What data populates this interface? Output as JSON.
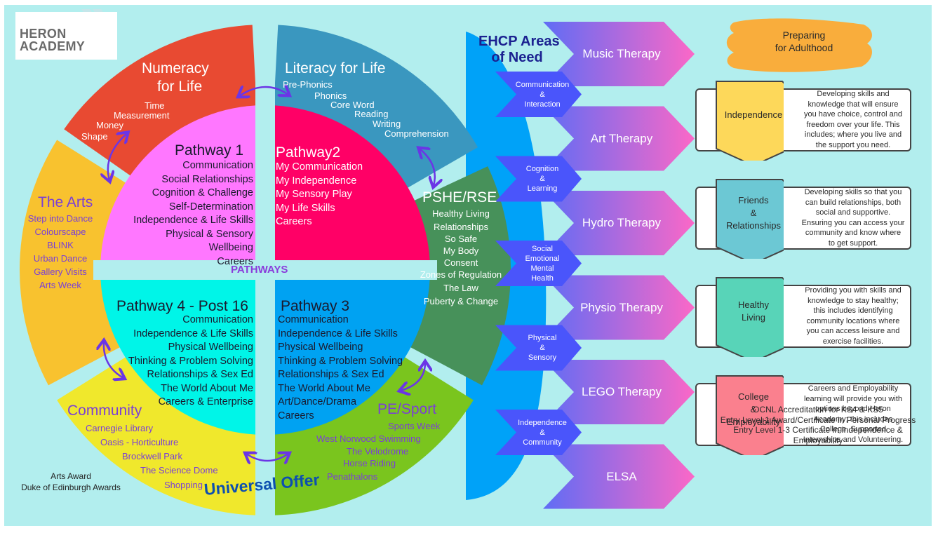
{
  "logo": {
    "line1": "HERON",
    "line2": "ACADEMY"
  },
  "center_label": "PATHWAYS",
  "universal_offer": "Universal Offer",
  "pathways": [
    {
      "title": "Pathway 1",
      "items": [
        "Communication",
        "Social Relationships",
        "Cognition & Challenge",
        "Self-Determination",
        "Independence & Life Skills",
        "Physical & Sensory",
        "Wellbeing",
        "Careers"
      ],
      "color": "#ff77ff"
    },
    {
      "title": "Pathway2",
      "items": [
        "My Communication",
        "My Independence",
        "My Sensory Play",
        "My Life Skills",
        "Careers"
      ],
      "color": "#ff0066"
    },
    {
      "title": "Pathway 3",
      "items": [
        "Communication",
        "Independence & Life Skills",
        "Physical Wellbeing",
        "Thinking & Problem Solving",
        "Relationships & Sex Ed",
        "The World About Me",
        "Art/Dance/Drama",
        "Careers"
      ],
      "color": "#00a2f2"
    },
    {
      "title": "Pathway 4 - Post 16",
      "items": [
        "Communication",
        "Independence & Life Skills",
        "Physical Wellbeing",
        "Thinking & Problem Solving",
        "Relationships & Sex Ed",
        "The World About Me",
        "Careers & Enterprise"
      ],
      "color": "#00f5e8"
    }
  ],
  "segments": {
    "numeracy": {
      "title_1": "Numeracy",
      "title_2": "for Life",
      "items": [
        "Time",
        "Measurement",
        "Money",
        "Shape"
      ],
      "color": "#e84a32"
    },
    "literacy": {
      "title": "Literacy for Life",
      "items": [
        "Pre-Phonics",
        "Phonics",
        "Core Word",
        "Reading",
        "Writing",
        "Comprehension"
      ],
      "color": "#3a97bf"
    },
    "pshe": {
      "title": "PSHE/RSE",
      "items": [
        "Healthy Living",
        "Relationships",
        "So Safe",
        "My Body",
        "Consent",
        "Zones of Regulation",
        "The Law",
        "Puberty & Change"
      ],
      "color": "#47915a"
    },
    "pe_sport": {
      "title": "PE/Sport",
      "items": [
        "Sports Week",
        "West Norwood Swimming",
        "The Velodrome",
        "Horse Riding",
        "Penathalons"
      ],
      "color": "#7ac51e"
    },
    "community": {
      "title": "Community",
      "items": [
        "Carnegie Library",
        "Oasis - Horticulture",
        "Brockwell Park",
        "The Science Dome",
        "Shopping"
      ],
      "color": "#f0e82c"
    },
    "arts": {
      "title": "The Arts",
      "items": [
        "Step into Dance",
        "Colourscape",
        "BLINK",
        "Urban Dance",
        "Gallery Visits",
        "Arts Week"
      ],
      "color": "#f8c22f"
    }
  },
  "awards": [
    "Arts Award",
    "Duke of Edinburgh Awards"
  ],
  "ehcp": {
    "title_1": "EHCP Areas",
    "title_2": "of Need",
    "areas": [
      [
        "Communication",
        "&",
        "Interaction"
      ],
      [
        "Cognition",
        "&",
        "Learning"
      ],
      [
        "Social",
        "Emotional",
        "Mental",
        "Health"
      ],
      [
        "Physical",
        "&",
        "Sensory"
      ],
      [
        "Independence",
        "&",
        "Community"
      ]
    ],
    "therapies": [
      "Music Therapy",
      "Art Therapy",
      "Hydro Therapy",
      "Physio Therapy",
      "LEGO Therapy",
      "ELSA"
    ],
    "colors": {
      "area": "#4a55fb",
      "therapy_start": "#5f6cf5",
      "therapy_end": "#fb68c7",
      "band": "#00a2f8"
    }
  },
  "preparing_for_adulthood": {
    "title_1": "Preparing",
    "title_2": "for Adulthood",
    "cards": [
      {
        "label": [
          "Independence"
        ],
        "color": "#fdd85a",
        "description": [
          "Developing skills and",
          "knowledge that will ensure",
          "you have choice, control and",
          "freedom over your life. This",
          "includes; where you live and",
          "the support you need."
        ]
      },
      {
        "label": [
          "Friends",
          "&",
          "Relationships"
        ],
        "color": "#6cc8d4",
        "description": [
          "Developing skills so that you",
          "can build relationships, both",
          "social and supportive.",
          "Ensuring you can  access your",
          "community and know where",
          "to get support."
        ]
      },
      {
        "label": [
          "Healthy",
          "Living"
        ],
        "color": "#58d4b8",
        "description": [
          "Providing you with skills and",
          "knowledge to stay healthy;",
          "this includes identifying",
          "community locations where",
          "you can access leisure and",
          "exercise facilities."
        ]
      },
      {
        "label": [
          "College",
          "&",
          "Employability"
        ],
        "color": "#fa808e",
        "description": [
          "Careers and Employability",
          "learning will provide you with",
          "options beyond Heron",
          "Academy; this includes",
          "College, Supported",
          "Internships and Volunteering."
        ]
      }
    ]
  },
  "accreditation": [
    "OCNL Accreditation for KS4 & KS5",
    "Entry Level 1 Award/Certificate in Personal Progress",
    "Entry Level 1-3 Certificate in Independence &",
    "Employability"
  ]
}
